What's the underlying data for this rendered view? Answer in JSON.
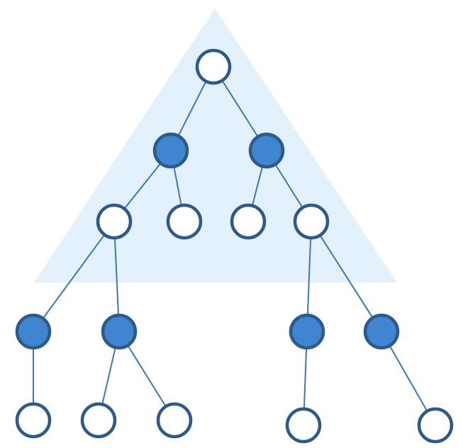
{
  "colors": {
    "background": "#ffffff",
    "triangle_fill": "#e3f1fc",
    "edge_stroke": "#3a78b6",
    "node_outline": "#2e5a8a",
    "node_filled": "#3f85cf",
    "node_empty": "#ffffff"
  },
  "nodes": [
    {
      "id": "root",
      "filled": false,
      "in_triangle": true
    },
    {
      "id": "l1-left",
      "filled": true,
      "in_triangle": true
    },
    {
      "id": "l1-right",
      "filled": true,
      "in_triangle": true
    },
    {
      "id": "l2-a",
      "filled": false,
      "in_triangle": true
    },
    {
      "id": "l2-b",
      "filled": false,
      "in_triangle": true
    },
    {
      "id": "l2-c",
      "filled": false,
      "in_triangle": true
    },
    {
      "id": "l2-d",
      "filled": false,
      "in_triangle": true
    },
    {
      "id": "l3-a",
      "filled": true,
      "in_triangle": false
    },
    {
      "id": "l3-b",
      "filled": true,
      "in_triangle": false
    },
    {
      "id": "l3-c",
      "filled": true,
      "in_triangle": false
    },
    {
      "id": "l3-d",
      "filled": true,
      "in_triangle": false
    },
    {
      "id": "l4-a",
      "filled": false,
      "in_triangle": false
    },
    {
      "id": "l4-b",
      "filled": false,
      "in_triangle": false
    },
    {
      "id": "l4-c",
      "filled": false,
      "in_triangle": false
    },
    {
      "id": "l4-d",
      "filled": false,
      "in_triangle": false
    },
    {
      "id": "l4-e",
      "filled": false,
      "in_triangle": false
    }
  ],
  "edges": [
    [
      "root",
      "l1-left"
    ],
    [
      "root",
      "l1-right"
    ],
    [
      "l1-left",
      "l2-a"
    ],
    [
      "l1-left",
      "l2-b"
    ],
    [
      "l1-right",
      "l2-c"
    ],
    [
      "l1-right",
      "l2-d"
    ],
    [
      "l2-a",
      "l3-a"
    ],
    [
      "l2-a",
      "l3-b"
    ],
    [
      "l2-d",
      "l3-c"
    ],
    [
      "l2-d",
      "l3-d"
    ],
    [
      "l3-a",
      "l4-a"
    ],
    [
      "l3-b",
      "l4-b"
    ],
    [
      "l3-b",
      "l4-c"
    ],
    [
      "l3-c",
      "l4-d"
    ],
    [
      "l3-d",
      "l4-e"
    ]
  ]
}
